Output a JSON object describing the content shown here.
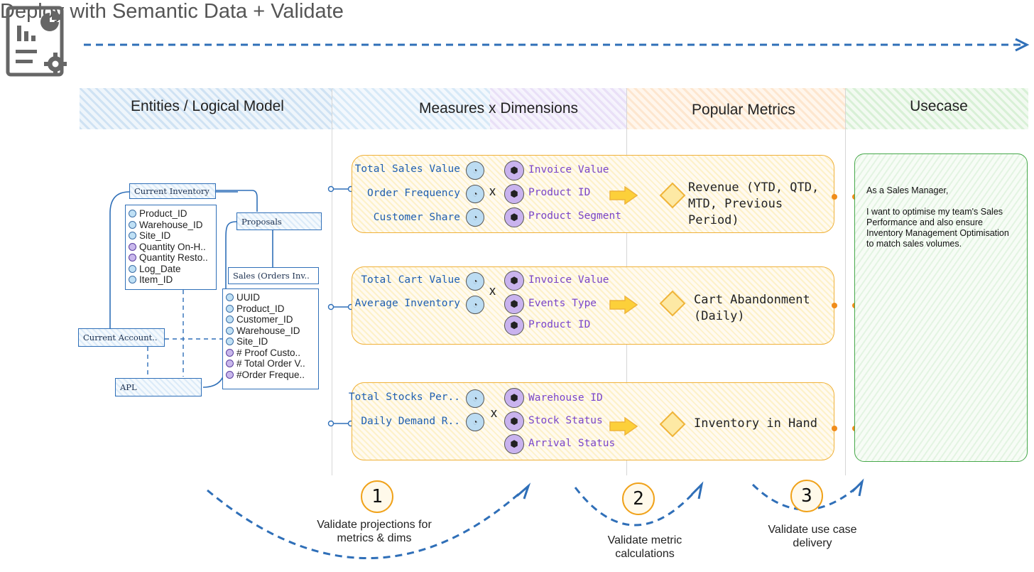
{
  "title": "Deploy with Semantic Data + Validate",
  "columns": [
    "Entities / Logical Model",
    "Measures x Dimensions",
    "Popular Metrics",
    "Usecase"
  ],
  "entities": {
    "current_inventory": {
      "title": "Current Inventory",
      "fields": [
        {
          "name": "Product_ID",
          "kind": "key"
        },
        {
          "name": "Warehouse_ID",
          "kind": "key"
        },
        {
          "name": "Site_ID",
          "kind": "key"
        },
        {
          "name": "Quantity On-H..",
          "kind": "dim"
        },
        {
          "name": "Quantity Resto..",
          "kind": "dim"
        },
        {
          "name": "Log_Date",
          "kind": "key"
        },
        {
          "name": "Item_ID",
          "kind": "key"
        }
      ]
    },
    "proposals": {
      "title": "Proposals"
    },
    "sales_orders": {
      "title": "Sales (Orders Inv..",
      "fields": [
        {
          "name": "UUID",
          "kind": "key"
        },
        {
          "name": "Product_ID",
          "kind": "key"
        },
        {
          "name": "Customer_ID",
          "kind": "key"
        },
        {
          "name": "Warehouse_ID",
          "kind": "key"
        },
        {
          "name": "Site_ID",
          "kind": "key"
        },
        {
          "name": "# Proof Custo..",
          "kind": "dim"
        },
        {
          "name": "# Total Order V..",
          "kind": "dim"
        },
        {
          "name": "#Order Freque..",
          "kind": "dim"
        }
      ]
    },
    "current_account": {
      "title": "Current Account.."
    },
    "apl": {
      "title": "APL"
    }
  },
  "rows": [
    {
      "measures": [
        "Total Sales Value",
        "Order Frequency",
        "Customer Share"
      ],
      "dimensions": [
        "Invoice Value",
        "Product ID",
        "Product Segment"
      ],
      "times": "x",
      "metric": "Revenue (YTD, QTD, MTD, Previous Period)"
    },
    {
      "measures": [
        "Total Cart Value",
        "Average Inventory"
      ],
      "dimensions": [
        "Invoice Value",
        "Events Type",
        "Product ID"
      ],
      "times": "x",
      "metric": "Cart Abandonment (Daily)"
    },
    {
      "measures": [
        "Total Stocks Per..",
        "Daily Demand R.."
      ],
      "dimensions": [
        "Warehouse ID",
        "Stock Status",
        "Arrival Status"
      ],
      "times": "x",
      "metric": "Inventory in Hand"
    }
  ],
  "usecase": {
    "line1": "As a Sales Manager,",
    "line2": "I want to optimise my team's Sales Performance and also ensure Inventory Management Optimisation to match sales volumes."
  },
  "steps": [
    {
      "number": "1",
      "text": "Validate projections for metrics & dims"
    },
    {
      "number": "2",
      "text": "Validate metric calculations"
    },
    {
      "number": "3",
      "text": "Validate use case delivery"
    }
  ],
  "icons": {
    "logo": "report-settings-icon",
    "measure": "gauge-icon",
    "dimension": "cube-icon",
    "arrow": "right-arrow-icon",
    "metric": "diamond-icon"
  },
  "colors": {
    "blue": "#2f6fb8",
    "orange": "#f0a21a",
    "green": "#46a84a",
    "purple": "#7a45c8"
  }
}
